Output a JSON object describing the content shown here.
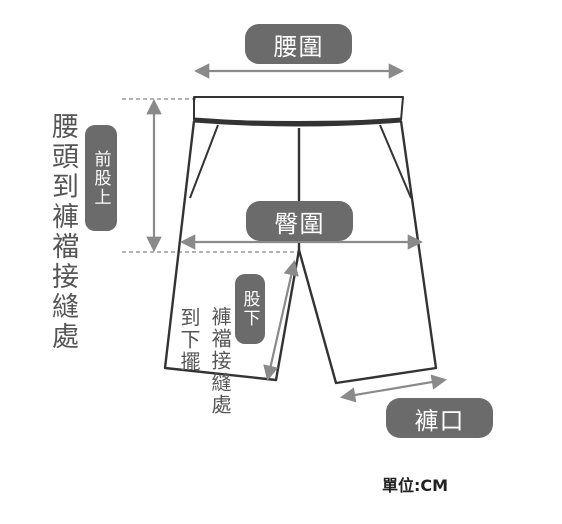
{
  "labels": {
    "waist": "腰圍",
    "hip": "臀圍",
    "hem": "褲口",
    "front_rise": "前股上",
    "inseam_pill": "股下",
    "waist_to_crotch": "腰頭到褲襠接縫處",
    "crotch_to_hem": "褲襠接縫處",
    "to_hem": "到下擺",
    "unit": "單位:CM"
  },
  "colors": {
    "pill_bg": "#6b6b6b",
    "pill_text": "#ffffff",
    "garment_stroke": "#333333",
    "arrow": "#8a8a8a",
    "dashed": "#9a9a9a",
    "vertical_text": "#555555"
  }
}
